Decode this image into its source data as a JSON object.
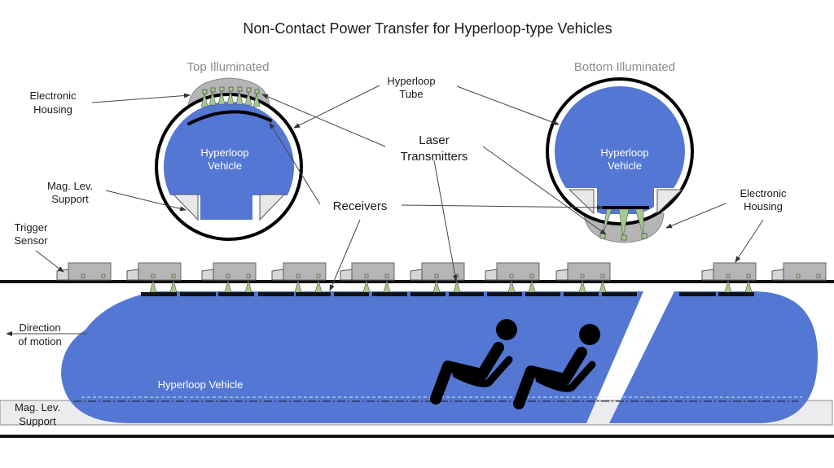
{
  "title": "Non-Contact Power Transfer for Hyperloop-type Vehicles",
  "colors": {
    "vehicle": "#5377d2",
    "housing": "#b5b5b5",
    "support": "#ececee",
    "laser": "#a6c98a",
    "rail": "#111111"
  },
  "sections": {
    "top": "Top Illuminated",
    "bottom": "Bottom  Illuminated"
  },
  "labels": {
    "electronic_housing_left": [
      "Electronic",
      "Housing"
    ],
    "electronic_housing_right": [
      "Electronic",
      "Housing"
    ],
    "hyperloop_tube": [
      "Hyperloop",
      "Tube"
    ],
    "laser_transmitters": [
      "Laser",
      "Transmitters"
    ],
    "receivers": "Receivers",
    "mag_lev_support_top": [
      "Mag. Lev.",
      "Support"
    ],
    "trigger_sensor": [
      "Trigger",
      "Sensor"
    ],
    "direction_of_motion": [
      "Direction",
      "of motion"
    ],
    "mag_lev_support_bottom": [
      "Mag. Lev.",
      "Support"
    ],
    "vehicle_cross_section": [
      "Hyperloop",
      "Vehicle"
    ],
    "vehicle_side": "Hyperloop Vehicle"
  },
  "icons": {
    "passenger": "seated-person-icon"
  }
}
